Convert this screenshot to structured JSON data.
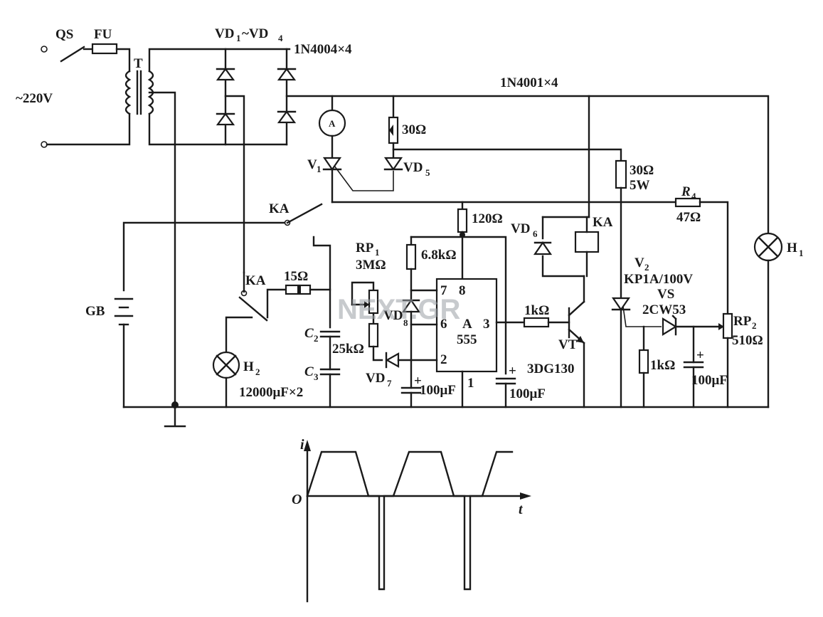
{
  "labels": {
    "qs": "QS",
    "fu": "FU",
    "t": "T",
    "supply": "~220V",
    "vd1_vd4": "VD",
    "vd1_sub": "1",
    "vd_range": "~VD",
    "vd4_sub": "4",
    "bridge_diodes": "1N4004×4",
    "in4001": "1N4001×4",
    "ammeter": "A",
    "r30a": "30Ω",
    "v1": "V",
    "v1_sub": "1",
    "vd5": "VD",
    "vd5_sub": "5",
    "r30b_1": "30Ω",
    "r30b_2": "5W",
    "r4": "R",
    "r4_sub": "4",
    "r4_val": "47Ω",
    "h1": "H",
    "h1_sub": "1",
    "ka_switch": "KA",
    "r120": "120Ω",
    "vd6": "VD",
    "vd6_sub": "6",
    "ka_coil": "KA",
    "rp1": "RP",
    "rp1_sub": "1",
    "rp1_val": "3MΩ",
    "r68k": "6.8kΩ",
    "v2": "V",
    "v2_sub": "2",
    "v2_type": "KP1A/100V",
    "vs": "VS",
    "zener": "2CW53",
    "ka_switch2": "KA",
    "r15": "15Ω",
    "gb": "GB",
    "vd8": "VD",
    "vd8_sub": "8",
    "pin7": "7",
    "pin8": "8",
    "pin6": "6",
    "chip_a": "A",
    "pin3": "3",
    "chip": "555",
    "pin2": "2",
    "pin1": "1",
    "r1k_a": "1kΩ",
    "rp2": "RP",
    "rp2_sub": "2",
    "rp2_val": "510Ω",
    "c2": "C",
    "c2_sub": "2",
    "r25k": "25kΩ",
    "vt": "VT",
    "c3": "C",
    "c3_sub": "3",
    "h2": "H",
    "h2_sub": "2",
    "vd7": "VD",
    "vd7_sub": "7",
    "c100_a": "100μF",
    "c100_b": "100μF",
    "vt_type": "3DG130",
    "r1k_b": "1kΩ",
    "c100_c": "100μF",
    "c_big": "12000μF×2",
    "plus": "+"
  },
  "waveform": {
    "y_axis": "i",
    "x_axis": "t",
    "origin": "O"
  },
  "watermark": "NEXT.GR"
}
